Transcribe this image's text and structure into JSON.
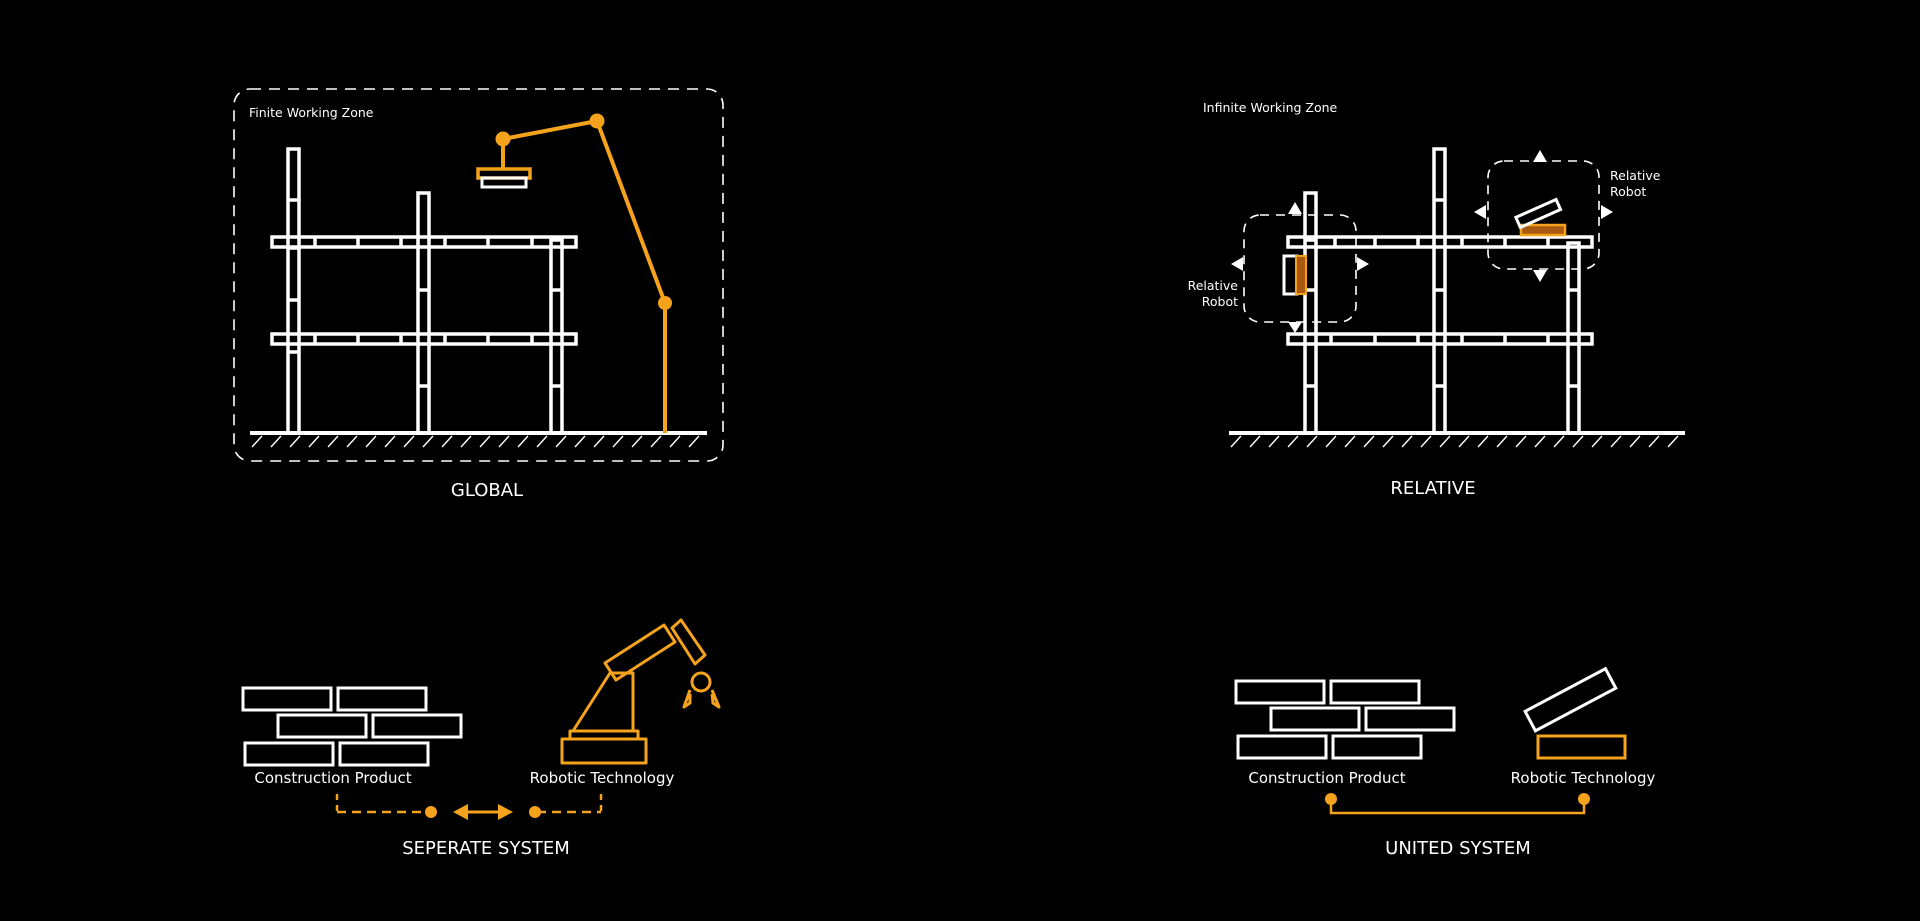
{
  "colors": {
    "background": "#000000",
    "line": "#ffffff",
    "accent": "#f5a21c"
  },
  "global": {
    "zone_label": "Finite Working Zone",
    "caption": "GLOBAL"
  },
  "relative": {
    "zone_label": "Infinite Working Zone",
    "caption": "RELATIVE",
    "robot_label_left_1": "Relative",
    "robot_label_left_2": "Robot",
    "robot_label_right_1": "Relative",
    "robot_label_right_2": "Robot"
  },
  "separate": {
    "product_label": "Construction Product",
    "robot_label": "Robotic Technology",
    "caption": "SEPERATE SYSTEM"
  },
  "united": {
    "product_label": "Construction Product",
    "robot_label": "Robotic Technology",
    "caption": "UNITED SYSTEM"
  }
}
